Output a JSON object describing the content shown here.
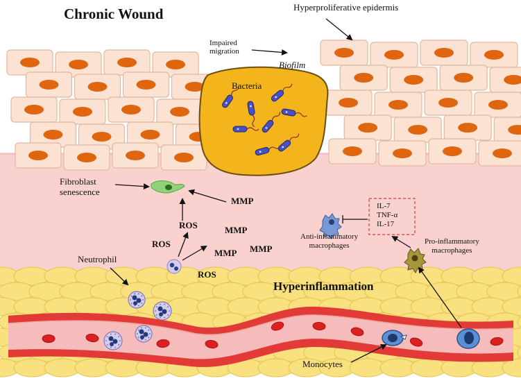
{
  "title": "Chronic Wound",
  "labels": {
    "hyperproliferative": "Hyperproliferative epidermis",
    "impaired_line1": "Impaired",
    "impaired_line2": "migration",
    "biofilm": "Biofilm",
    "bacteria": "Bacteria",
    "fibroblast_line1": "Fibroblast",
    "fibroblast_line2": "senescence",
    "mmp": "MMP",
    "ros": "ROS",
    "neutrophil": "Neutrophil",
    "hyperinflammation": "Hyperinflammation",
    "cytokine_1": "IL-7",
    "cytokine_2": "TNF-α",
    "cytokine_3": "IL-17",
    "anti_line1": "Anti-inflammatory",
    "anti_line2": "macrophages",
    "pro_line1": "Pro-inflammatory",
    "pro_line2": "macrophages",
    "monocytes": "Monocytes"
  },
  "colors": {
    "skin_cell_fill": "#fbe2d3",
    "skin_cell_stroke": "#e0b9a2",
    "nucleus": "#e0650f",
    "dermis": "#f9d2d0",
    "biofilm": "#f4b41b",
    "bacteria": "#4a4fc3",
    "fat": "#f8e17e",
    "vessel": "#e23a36",
    "vessel_lumen": "#f6bcbc",
    "rbc": "#dc1f1f",
    "fibroblast": "#8fd27a",
    "cytokine_box": "#e0352f"
  }
}
